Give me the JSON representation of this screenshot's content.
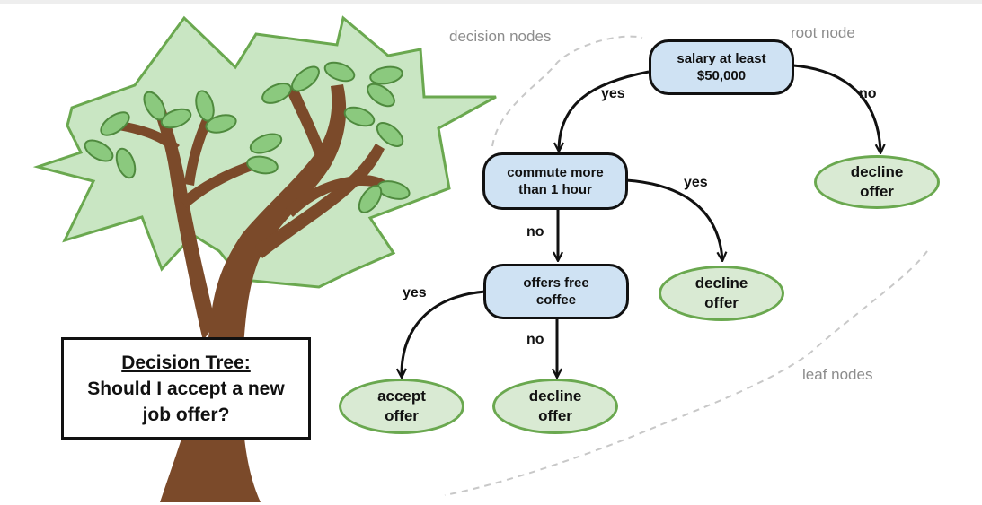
{
  "title": {
    "heading": "Decision Tree:",
    "question": "Should I accept a new\njob offer?"
  },
  "group_labels": {
    "decision_nodes": "decision nodes",
    "root_node": "root node",
    "leaf_nodes": "leaf nodes"
  },
  "nodes": {
    "salary": "salary at least\n$50,000",
    "commute": "commute more\nthan 1 hour",
    "coffee": "offers free\ncoffee",
    "decline_top": "decline\noffer",
    "decline_mid": "decline\noffer",
    "accept": "accept\noffer",
    "decline_bottom": "decline\noffer"
  },
  "edges": {
    "salary_yes": "yes",
    "salary_no": "no",
    "commute_yes": "yes",
    "commute_no": "no",
    "coffee_yes": "yes",
    "coffee_no": "no"
  },
  "colors": {
    "decision_fill": "#cfe2f3",
    "leaf_fill": "#d9ead3",
    "leaf_border": "#6aa84f",
    "canopy_fill": "#c9e6c3",
    "leaf_green": "#8bc97e",
    "trunk": "#7b4a2a",
    "annotation_gray": "#8c8c8c"
  }
}
